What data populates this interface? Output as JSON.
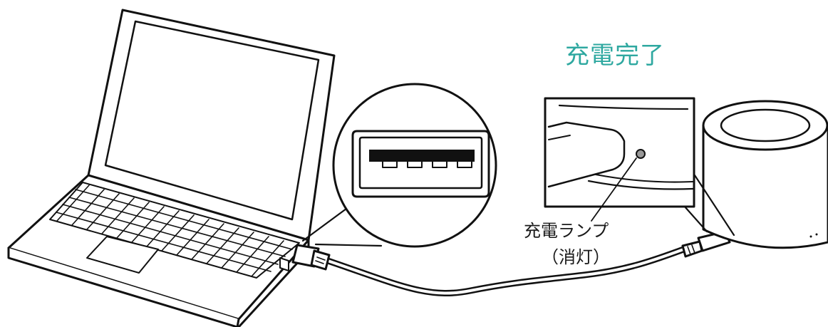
{
  "status_text": "充電完了",
  "lamp_label": "充電ランプ",
  "lamp_state": "（消灯）",
  "colors": {
    "status_text": "#2ea8a0",
    "line": "#111111",
    "background": "#ffffff",
    "lamp_off": "#999999"
  }
}
